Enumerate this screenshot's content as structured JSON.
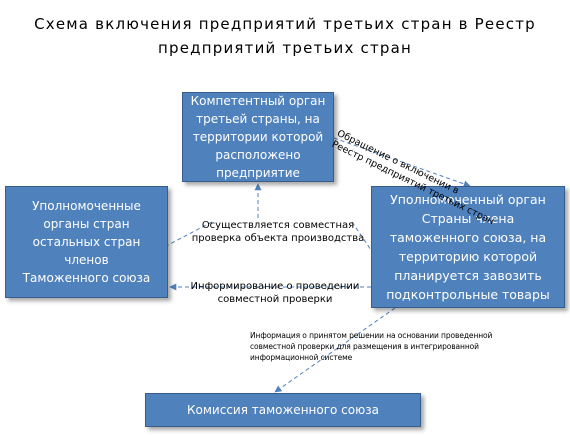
{
  "title": "Схема включения предприятий третьих стран в Реестр\nпредприятий третьих стран",
  "boxes": {
    "competent": "Компетентный орган\nтретьей страны, на\nтерритории которой\nрасположено\nпредприятие",
    "left": "Уполномоченные\nорганы  стран\nостальных стран\nчленов\nТаможенного союза",
    "right": "Уполномоченный орган\nСтраны члена\nтаможенного союза, на\nтерриторию которой\nпланируется завозить\nподконтрольные товары",
    "commission": "Комиссия таможенного союза"
  },
  "labels": {
    "notify": "Обращение о включении в\nРеестр  предприятий третьих стран",
    "check": "Осуществляется  совместная\nпроверка объекта производства",
    "inform": "Информирование о проведении\nсовместной проверки",
    "decision": "Информация о принятом решении на основании проведенной\nсовместной проверки для размещения  в интегрированной\nинформационной системе"
  },
  "colors": {
    "box_fill": "#4f81bd",
    "box_border": "#385d8a",
    "arrow": "#4f81bd"
  }
}
